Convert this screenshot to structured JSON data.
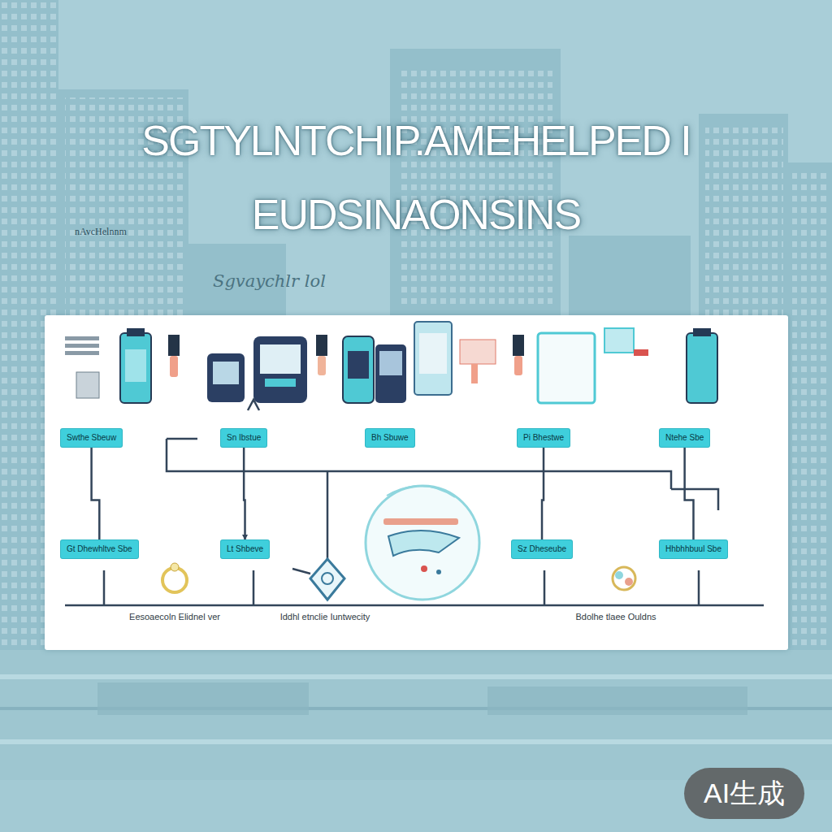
{
  "diagram": {
    "title": "SGTYLNTCHIP.AMEHELPED I EUDSINAONSINS",
    "nodes": [
      {
        "text": [
          "Swthe Sbeuw"
        ]
      },
      {
        "text": [
          "Sn Ibstue"
        ]
      },
      {
        "text": [
          "Bh Sbuwe"
        ]
      },
      {
        "text": [
          "Pi Bhestwe"
        ]
      },
      {
        "text": [
          "Ntehe Sbe"
        ]
      },
      {
        "text": [
          "Gt Dhewhltve Sbe"
        ]
      },
      {
        "text": [
          "Lt Shbeve"
        ]
      },
      {
        "text": [
          "Sz Dheseube"
        ]
      },
      {
        "text": [
          "Hhbhhbuul Sbe"
        ]
      }
    ],
    "edges": [
      {
        "from": 0,
        "to": 5,
        "arrow": "none"
      },
      {
        "from": 1,
        "to": 6,
        "arrow": "to"
      },
      {
        "from": 3,
        "to": 7,
        "arrow": "none"
      },
      {
        "from": 4,
        "to": 8,
        "arrow": "none"
      }
    ],
    "labels": [
      "Sgvaychlr lol",
      "nAvcHelnnm",
      "Eesoaecoln Elidnel ver",
      "Iddhl etnclie Iuntwecity",
      "Bdolhe tlaee Ouldns",
      "AI生成"
    ]
  }
}
